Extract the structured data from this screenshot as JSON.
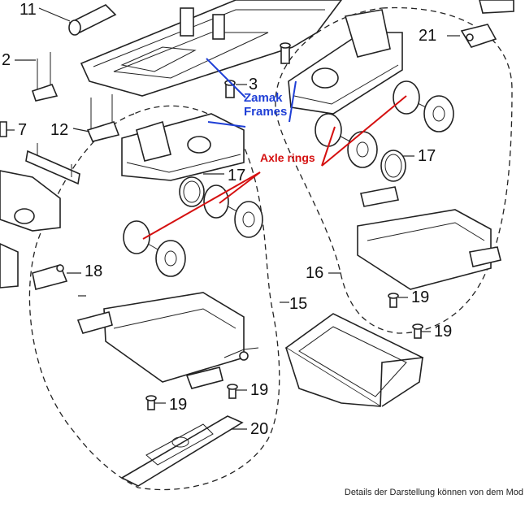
{
  "part_numbers": {
    "n11": "11",
    "n2": "2",
    "n3": "3",
    "n21": "21",
    "n7": "7",
    "n12": "12",
    "n17a": "17",
    "n17b": "17",
    "n18": "18",
    "n16": "16",
    "n15": "15",
    "n19a": "19",
    "n19b": "19",
    "n19c": "19",
    "n19d": "19",
    "n20": "20"
  },
  "annotations": {
    "frames_line1": "Zamak",
    "frames_line2": "Frames",
    "axle_rings": "Axle rings",
    "frames_color": "#1f3fd6",
    "axle_color": "#d51010"
  },
  "footnote": "Details der Darstellung können von dem Mod"
}
